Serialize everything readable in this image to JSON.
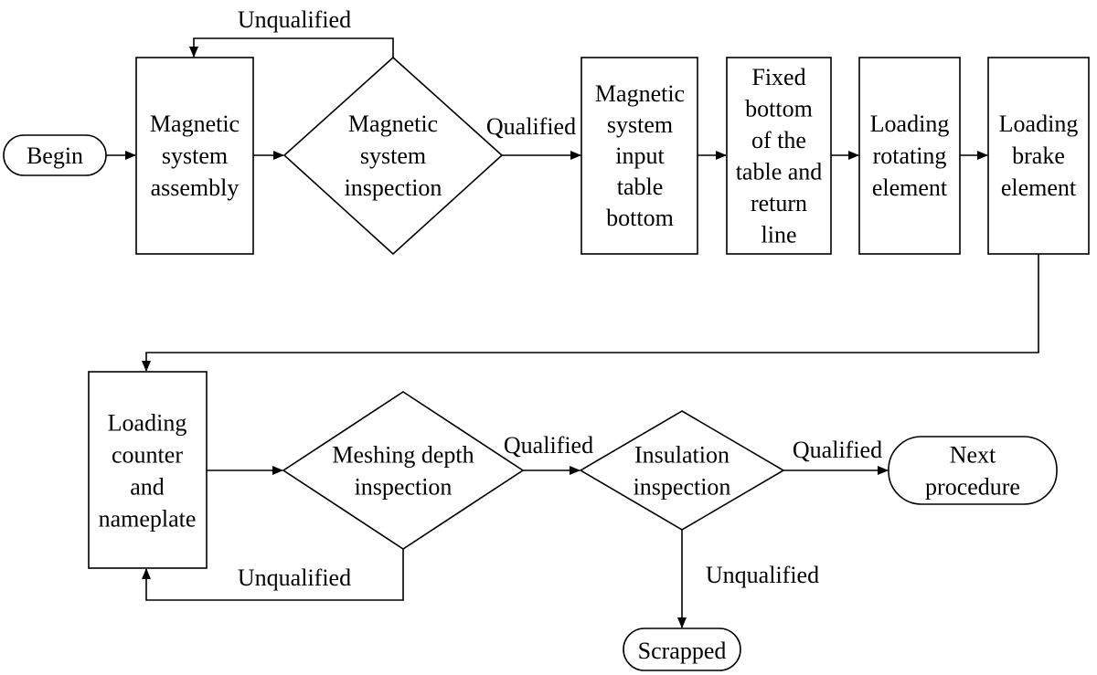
{
  "nodes": {
    "begin": [
      "Begin"
    ],
    "magnetic_assembly": [
      "Magnetic",
      "system",
      "assembly"
    ],
    "magnetic_inspection": [
      "Magnetic",
      "system",
      "inspection"
    ],
    "magnetic_input": [
      "Magnetic",
      "system",
      "input",
      "table",
      "bottom"
    ],
    "fixed_bottom": [
      "Fixed",
      "bottom",
      "of the",
      "table and",
      "return",
      "line"
    ],
    "loading_rotating": [
      "Loading",
      "rotating",
      "element"
    ],
    "loading_brake": [
      "Loading",
      "brake",
      "element"
    ],
    "loading_counter": [
      "Loading",
      "counter",
      "and",
      "nameplate"
    ],
    "meshing_inspection": [
      "Meshing depth",
      "inspection"
    ],
    "insulation_inspection": [
      "Insulation",
      "inspection"
    ],
    "next_procedure": [
      "Next",
      "procedure"
    ],
    "scrapped": [
      "Scrapped"
    ]
  },
  "edge_labels": {
    "magnetic_unqualified": "Unqualified",
    "magnetic_qualified": "Qualified",
    "meshing_qualified": "Qualified",
    "meshing_unqualified": "Unqualified",
    "insulation_qualified": "Qualified",
    "insulation_unqualified": "Unqualified"
  }
}
